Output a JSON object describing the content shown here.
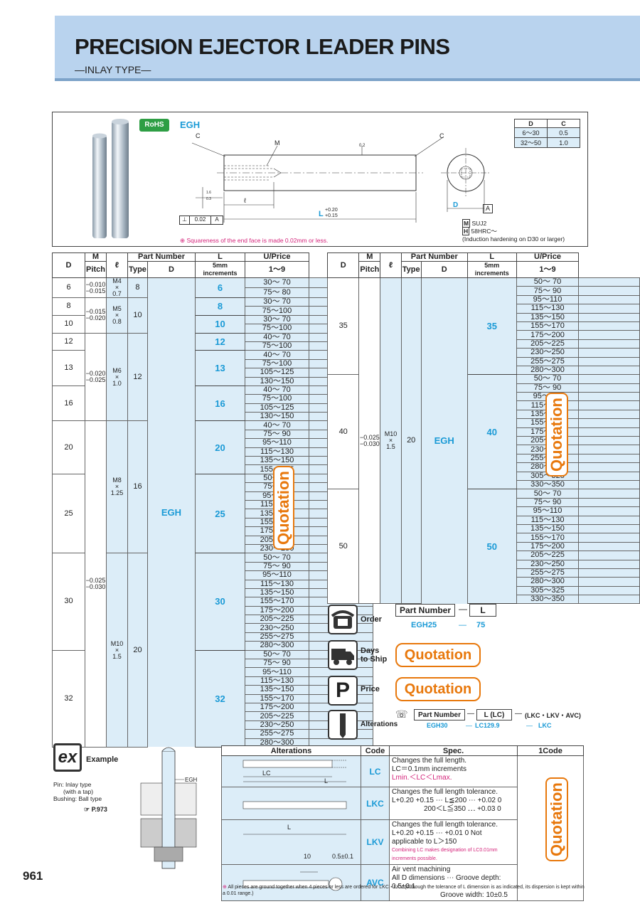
{
  "header": {
    "title": "PRECISION EJECTOR LEADER PINS",
    "subtitle": "—INLAY TYPE—"
  },
  "product": {
    "rohs": "RoHS",
    "type": "EGH",
    "squareness_note": "Squareness of the end face is made 0.02mm or less.",
    "material_m": "SUJ2",
    "material_h": "58HRC～",
    "hardening": "(Induction hardening on D30 or larger)",
    "tol_frame": "0.02",
    "tol_datum": "A",
    "lbl_c": "C",
    "lbl_m": "M",
    "lbl_l": "ℓ",
    "lbl_L": "L",
    "lbl_D": "D",
    "lbl_plus": "+0.20",
    "lbl_minus": "+0.15",
    "lbl_02": "0.2",
    "lbl_16": "1.6",
    "lbl_03": "0.3",
    "lbl_A": "A"
  },
  "dc_table": {
    "h_d": "D",
    "h_c": "C",
    "r1_d": "6～30",
    "r1_c": "0.5",
    "r2_d": "32～50",
    "r2_c": "1.0"
  },
  "table_headers": {
    "d": "D",
    "m": "M",
    "pitch": "Pitch",
    "l": "ℓ",
    "part_number": "Part Number",
    "type": "Type",
    "dd": "D",
    "L": "L",
    "incr": "5mm increments",
    "uprice": "U/Price",
    "qty": "1～9"
  },
  "left_table": {
    "d_groups": [
      {
        "d": "6",
        "tol": "−0.010\n−0.015",
        "m": "M4\n×\n0.7",
        "ell": "8"
      },
      {
        "d": "8",
        "m": "M5\n×\n0.8",
        "ell": "10"
      },
      {
        "d": "10"
      },
      {
        "d": "12"
      },
      {
        "d": "13"
      },
      {
        "d": "16"
      },
      {
        "d": "20"
      },
      {
        "d": "25"
      },
      {
        "d": "30"
      },
      {
        "d": "32"
      }
    ],
    "tol_810": "−0.015\n−0.020",
    "tol_1216": "−0.020\n−0.025",
    "tol_2032": "−0.025\n−0.030",
    "m6": "M6\n×\n1.0",
    "ell12": "12",
    "m8": "M8\n×\n1.25",
    "ell16": "16",
    "m10": "M10\n×\n1.5",
    "ell20": "20",
    "type": "EGH",
    "lengths": {
      "6": [
        "30～ 70",
        "75～ 80"
      ],
      "8": [
        "30～ 70",
        "75～100"
      ],
      "10": [
        "30～ 70",
        "75～100"
      ],
      "12": [
        "40～ 70",
        "75～100"
      ],
      "13": [
        "40～ 70",
        "75～100",
        "105～125",
        "130～150"
      ],
      "16": [
        "40～ 70",
        "75～100",
        "105～125",
        "130～150"
      ],
      "20": [
        "40～ 70",
        "75～ 90",
        "95～110",
        "115～130",
        "135～150",
        "155～175"
      ],
      "25": [
        "50～ 70",
        "75～ 90",
        "95～110",
        "115～130",
        "135～150",
        "155～170",
        "175～200",
        "205～225",
        "230～250"
      ],
      "30": [
        "50～ 70",
        "75～ 90",
        "95～110",
        "115～130",
        "135～150",
        "155～170",
        "175～200",
        "205～225",
        "230～250",
        "255～275",
        "280～300"
      ],
      "32": [
        "50～ 70",
        "75～ 90",
        "95～110",
        "115～130",
        "135～150",
        "155～170",
        "175～200",
        "205～225",
        "230～250",
        "255～275",
        "280～300"
      ]
    }
  },
  "right_table": {
    "tol": "−0.025\n−0.030",
    "m": "M10\n×\n1.5",
    "ell": "20",
    "type": "EGH",
    "lengths": {
      "35": [
        "50～ 70",
        "75～ 90",
        "95～110",
        "115～130",
        "135～150",
        "155～170",
        "175～200",
        "205～225",
        "230～250",
        "255～275",
        "280～300"
      ],
      "40": [
        "50～ 70",
        "75～ 90",
        "95～110",
        "115～130",
        "135～150",
        "155～170",
        "175～200",
        "205～225",
        "230～250",
        "255～275",
        "280～300",
        "305～325",
        "330～350"
      ],
      "50": [
        "50～ 70",
        "75～ 90",
        "95～110",
        "115～130",
        "135～150",
        "155～170",
        "175～200",
        "205～225",
        "230～250",
        "255～275",
        "280～300",
        "305～325",
        "330～350"
      ]
    }
  },
  "quotation": "Quotation",
  "order": {
    "label": "Order",
    "pn_header": "Part Number",
    "dash": "—",
    "L_header": "L",
    "pn_value": "EGH25",
    "L_value": "75"
  },
  "ship": {
    "label1": "Days",
    "label2": "to Ship"
  },
  "price": {
    "label": "Price"
  },
  "alterations": {
    "label": "Alterations",
    "pn_header": "Part Number",
    "lc_header": "L (LC)",
    "codes": "(LKC・LKV・AVC)",
    "pn_value": "EGH30",
    "lc_value": "LC129.9",
    "code_value": "LKC"
  },
  "example": {
    "logo": "ex",
    "label": "Example",
    "line1": "Pin: Inlay type",
    "line2": "(with a tap)",
    "line3": "Bushing: Ball type",
    "page_ref": "P.973",
    "egh": "EGH"
  },
  "alt_table": {
    "h_alt": "Alterations",
    "h_code": "Code",
    "h_spec": "Spec.",
    "h_1code": "1Code",
    "rows": [
      {
        "code": "LC",
        "spec": [
          "Changes the full length.",
          "LC＝0.1mm increments",
          "Lmin.＜LC＜Lmax."
        ],
        "dim": "LC",
        "dim2": "L"
      },
      {
        "code": "LKC",
        "spec": [
          "Changes the full length tolerance.",
          "L+0.20 +0.15 ⋯ L≦200 ⋯ +0.02 0",
          "200＜L≦350 ⋯ +0.03 0"
        ],
        "dim": "L"
      },
      {
        "code": "LKV",
        "spec": [
          "Changes the full length tolerance.",
          "L+0.20 +0.15 ⋯ +0.01 0   Not applicable to L＞150",
          "Combining LC makes designation of LC0.01mm increments possible."
        ]
      },
      {
        "code": "AVC",
        "spec": [
          "Air vent machining",
          "All D dimensions ⋯ Groove depth: 0.5±0.1",
          "Groove width: 10±0.5"
        ],
        "dim": "10",
        "dim2": "0.5±0.1"
      }
    ]
  },
  "footnote": "All pieces are ground together when 4 pieces or less are ordered for LKC・LKV (Although the tolerance of L dimension is as indicated, its dispersion is kept within a 0.01 range.)",
  "page_number": "961"
}
